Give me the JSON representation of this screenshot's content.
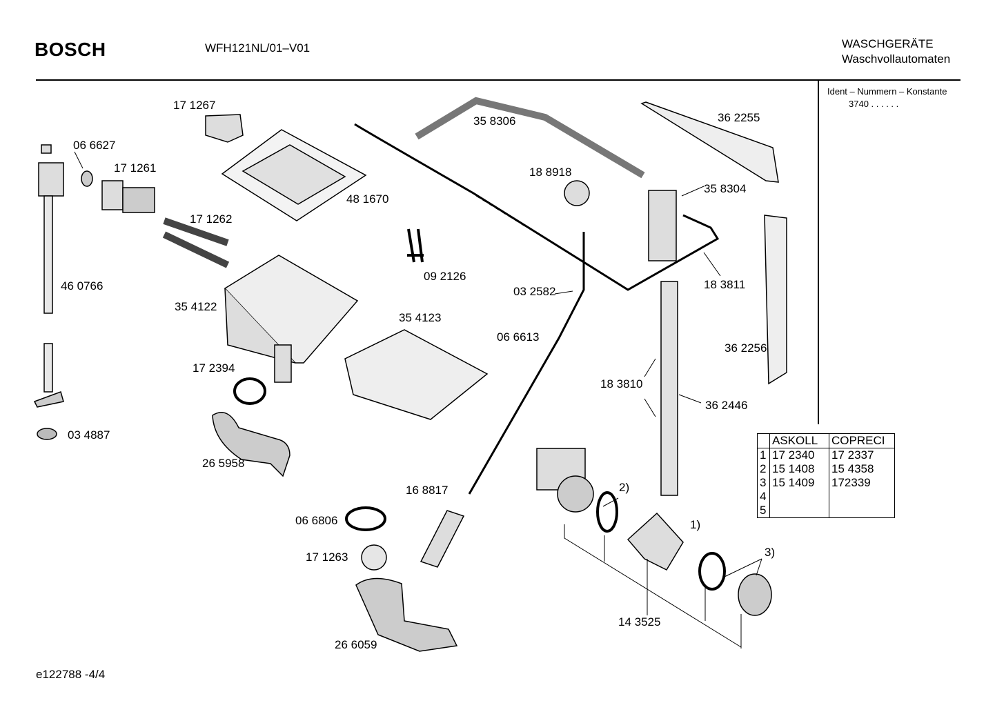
{
  "header": {
    "brand": "BOSCH",
    "model": "WFH121NL/01–V01",
    "category_line1": "WASCHGERÄTE",
    "category_line2": "Waschvollautomaten"
  },
  "ident": {
    "title": "Ident – Nummern – Konstante",
    "value": "3740  .  .  .  .  .  ."
  },
  "parts": [
    {
      "id": "p1",
      "label": "17 1267"
    },
    {
      "id": "p2",
      "label": "06 6627"
    },
    {
      "id": "p3",
      "label": "17 1261"
    },
    {
      "id": "p4",
      "label": "17 1262"
    },
    {
      "id": "p5",
      "label": "48 1670"
    },
    {
      "id": "p6",
      "label": "46 0766"
    },
    {
      "id": "p7",
      "label": "35 4122"
    },
    {
      "id": "p8",
      "label": "17 2394"
    },
    {
      "id": "p9",
      "label": "26 5958"
    },
    {
      "id": "p10",
      "label": "03 4887"
    },
    {
      "id": "p11",
      "label": "35 8306"
    },
    {
      "id": "p12",
      "label": "18 8918"
    },
    {
      "id": "p13",
      "label": "09 2126"
    },
    {
      "id": "p14",
      "label": "03 2582"
    },
    {
      "id": "p15",
      "label": "35 4123"
    },
    {
      "id": "p16",
      "label": "06 6613"
    },
    {
      "id": "p17",
      "label": "36 2255"
    },
    {
      "id": "p18",
      "label": "35 8304"
    },
    {
      "id": "p19",
      "label": "18 3811"
    },
    {
      "id": "p20",
      "label": "36 2256"
    },
    {
      "id": "p21",
      "label": "18 3810"
    },
    {
      "id": "p22",
      "label": "36 2446"
    },
    {
      "id": "p23",
      "label": "16 8817"
    },
    {
      "id": "p24",
      "label": "06 6806"
    },
    {
      "id": "p25",
      "label": "17 1263"
    },
    {
      "id": "p26",
      "label": "26 6059"
    },
    {
      "id": "p27",
      "label": "14 3525"
    }
  ],
  "callouts": [
    "2)",
    "1)",
    "3)"
  ],
  "variant_table": {
    "headers": [
      "",
      "ASKOLL",
      "COPRECI"
    ],
    "rows": [
      [
        "1",
        "17 2340",
        "17 2337"
      ],
      [
        "2",
        "15 1408",
        "15 4358"
      ],
      [
        "3",
        "15 1409",
        "172339"
      ],
      [
        "4",
        "",
        ""
      ],
      [
        "5",
        "",
        ""
      ]
    ]
  },
  "footer": {
    "text": "e122788   -4/4"
  }
}
